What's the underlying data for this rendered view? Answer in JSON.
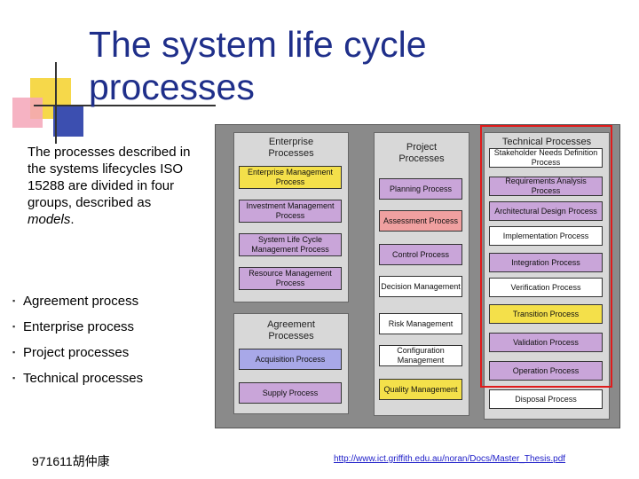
{
  "title": "The system life cycle processes",
  "intro": {
    "text_before": "The processes described in the systems lifecycles ISO 15288 are divided in four groups, described as ",
    "emphasis": "models",
    "text_after": "."
  },
  "bullets": [
    "Agreement process",
    "Enterprise process",
    "Project processes",
    "Technical processes"
  ],
  "diagram": {
    "enterprise": {
      "label": "Enterprise Processes",
      "items": [
        {
          "label": "Enterprise Management Process",
          "color": "#f4e04a"
        },
        {
          "label": "Investment Management Process",
          "color": "#c9a5d9"
        },
        {
          "label": "System Life Cycle Management Process",
          "color": "#c9a5d9"
        },
        {
          "label": "Resource Management Process",
          "color": "#c9a5d9"
        }
      ]
    },
    "agreement": {
      "label": "Agreement Processes",
      "items": [
        {
          "label": "Acquisition Process",
          "color": "#a8a8e8"
        },
        {
          "label": "Supply Process",
          "color": "#c9a5d9"
        }
      ]
    },
    "project": {
      "label": "Project Processes",
      "items": [
        {
          "label": "Planning Process",
          "color": "#c9a5d9"
        },
        {
          "label": "Assessment Process",
          "color": "#f0a0a0"
        },
        {
          "label": "Control Process",
          "color": "#c9a5d9"
        },
        {
          "label": "Decision Management",
          "color": "#ffffff"
        },
        {
          "label": "Risk Management",
          "color": "#ffffff"
        },
        {
          "label": "Configuration Management",
          "color": "#ffffff"
        },
        {
          "label": "Quality Management",
          "color": "#f4e04a"
        }
      ]
    },
    "technical": {
      "label": "Technical Processes",
      "items": [
        {
          "label": "Stakeholder Needs Definition Process",
          "color": "#ffffff"
        },
        {
          "label": "Requirements Analysis Process",
          "color": "#c9a5d9"
        },
        {
          "label": "Architectural Design Process",
          "color": "#c9a5d9"
        },
        {
          "label": "Implementation Process",
          "color": "#ffffff"
        },
        {
          "label": "Integration Process",
          "color": "#c9a5d9"
        },
        {
          "label": "Verification Process",
          "color": "#ffffff"
        },
        {
          "label": "Transition Process",
          "color": "#f4e04a"
        },
        {
          "label": "Validation Process",
          "color": "#c9a5d9"
        },
        {
          "label": "Operation Process",
          "color": "#c9a5d9"
        },
        {
          "label": "Disposal Process",
          "color": "#ffffff"
        }
      ]
    }
  },
  "footer": {
    "left": "971611胡仲康",
    "right": "http://www.ict.griffith.edu.au/noran/Docs/Master_Thesis.pdf"
  }
}
